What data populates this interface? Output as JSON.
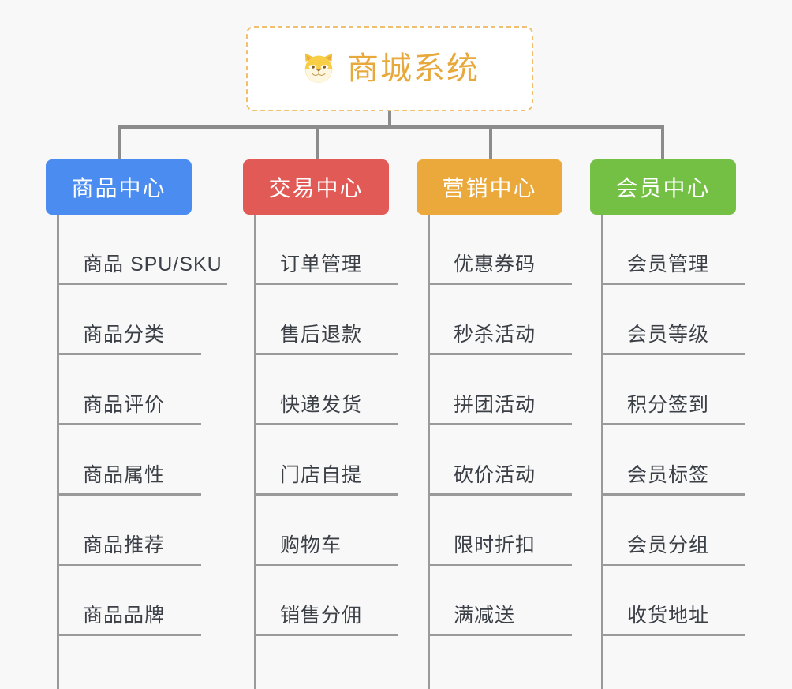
{
  "page": {
    "background_color": "#f8f8f8",
    "type": "mindmap-org-chart"
  },
  "root": {
    "icon": "shiba-dog-icon",
    "title": "商城系统",
    "text_color": "#e8a93c",
    "border_color": "#f0c070",
    "background_color": "#ffffff"
  },
  "connector": {
    "color": "#8c8c8c"
  },
  "columns": [
    {
      "header": "商品中心",
      "color": "#4a8cf0",
      "items": [
        "商品 SPU/SKU",
        "商品分类",
        "商品评价",
        "商品属性",
        "商品推荐",
        "商品品牌"
      ]
    },
    {
      "header": "交易中心",
      "color": "#e25a56",
      "items": [
        "订单管理",
        "售后退款",
        "快递发货",
        "门店自提",
        "购物车",
        "销售分佣"
      ]
    },
    {
      "header": "营销中心",
      "color": "#eaa93a",
      "items": [
        "优惠券码",
        "秒杀活动",
        "拼团活动",
        "砍价活动",
        "限时折扣",
        "满减送"
      ]
    },
    {
      "header": "会员中心",
      "color": "#74c044",
      "items": [
        "会员管理",
        "会员等级",
        "积分签到",
        "会员标签",
        "会员分组",
        "收货地址"
      ]
    }
  ]
}
